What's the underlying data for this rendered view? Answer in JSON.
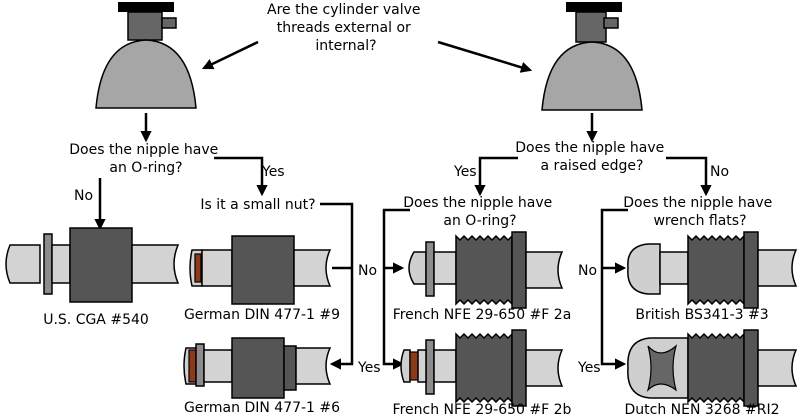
{
  "questions": {
    "q1": [
      "Are the cylinder valve",
      "threads external or",
      "internal?"
    ],
    "oring_left": [
      "Does the nipple have",
      "an O-ring?"
    ],
    "raised": [
      "Does the nipple have",
      "a raised edge?"
    ],
    "small_nut": "Is it a small nut?",
    "oring_right": [
      "Does the nipple have",
      "an O-ring?"
    ],
    "wrench": [
      "Does the nipple have",
      "wrench flats?"
    ]
  },
  "answers": {
    "no": "No",
    "yes": "Yes"
  },
  "connectors": {
    "cga": "U.S. CGA #540",
    "din9": "German DIN 477-1 #9",
    "din6": "German DIN 477-1 #6",
    "nfe2a": "French NFE 29-650 #F 2a",
    "nfe2b": "French NFE 29-650 #F 2b",
    "bs": "British BS341-3 #3",
    "nen": "Dutch NEN 3268 #RI2"
  }
}
